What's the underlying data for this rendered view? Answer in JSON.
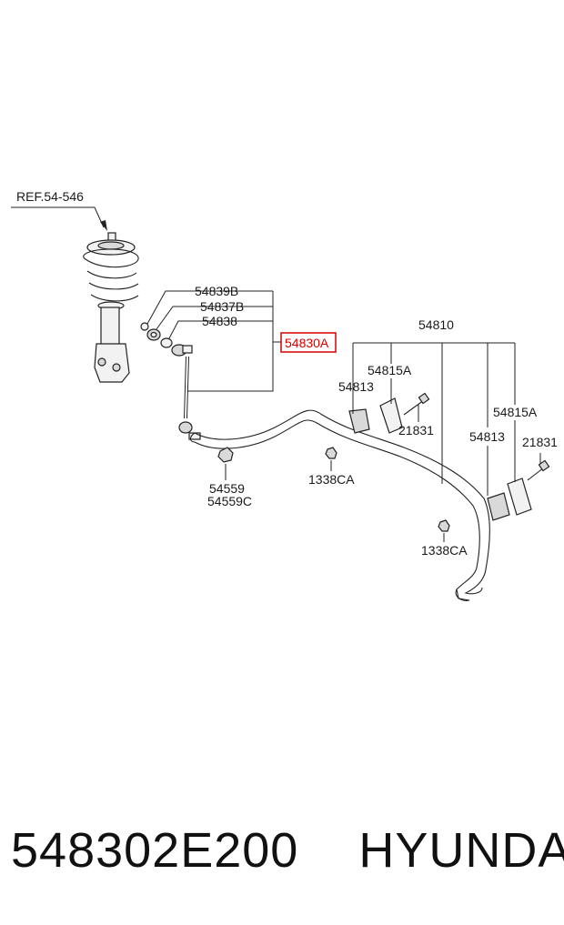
{
  "diagram": {
    "ref_label": "REF.54-546",
    "labels": {
      "p54839B": "54839B",
      "p54837B": "54837B",
      "p54838": "54838",
      "p54830A": "54830A",
      "p54810": "54810",
      "p54815A_left": "54815A",
      "p54813_left": "54813",
      "p21831_left": "21831",
      "p54815A_right": "54815A",
      "p54813_right": "54813",
      "p21831_right": "21831",
      "p1338CA_left": "1338CA",
      "p1338CA_right": "1338CA",
      "p54559": "54559",
      "p54559C": "54559C"
    },
    "highlight_color": "#d40000"
  },
  "footer": {
    "part_number": "548302E200",
    "brand": "HYUNDAI"
  }
}
